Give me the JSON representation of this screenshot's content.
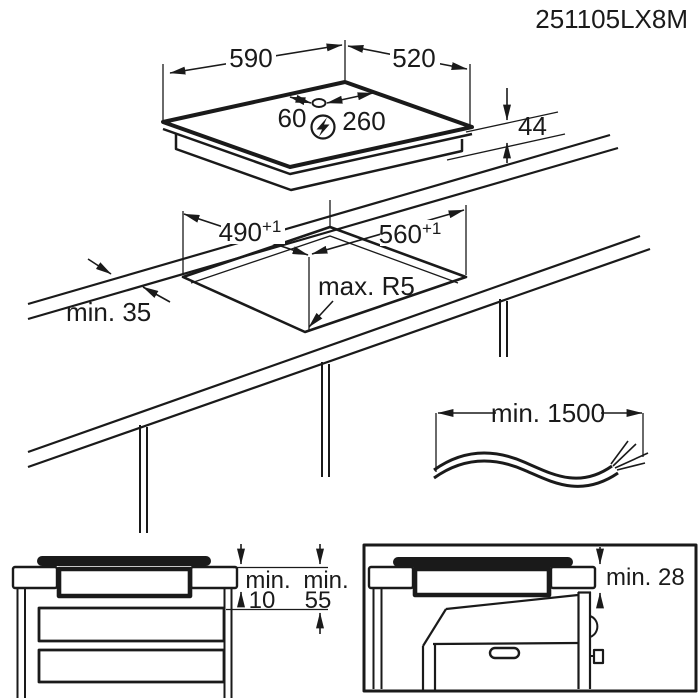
{
  "part_number": "251105LX8M",
  "colors": {
    "line": "#1a1a1a",
    "background": "#ffffff"
  },
  "hob": {
    "width": "590",
    "depth": "520",
    "height": "44",
    "cable_offset_a": "60",
    "cable_offset_b": "260"
  },
  "cutout": {
    "depth": "490",
    "depth_tolerance": "+1",
    "width": "560",
    "width_tolerance": "+1",
    "front_edge_distance": "min. 35",
    "corner_radius": "max. R5"
  },
  "cable": {
    "length": "min. 1500"
  },
  "drawer_clearance": {
    "hob_min": "min.",
    "hob_value": "10",
    "worktop_min": "min.",
    "worktop_value": "55"
  },
  "oven_clearance": {
    "label": "min. 28"
  }
}
